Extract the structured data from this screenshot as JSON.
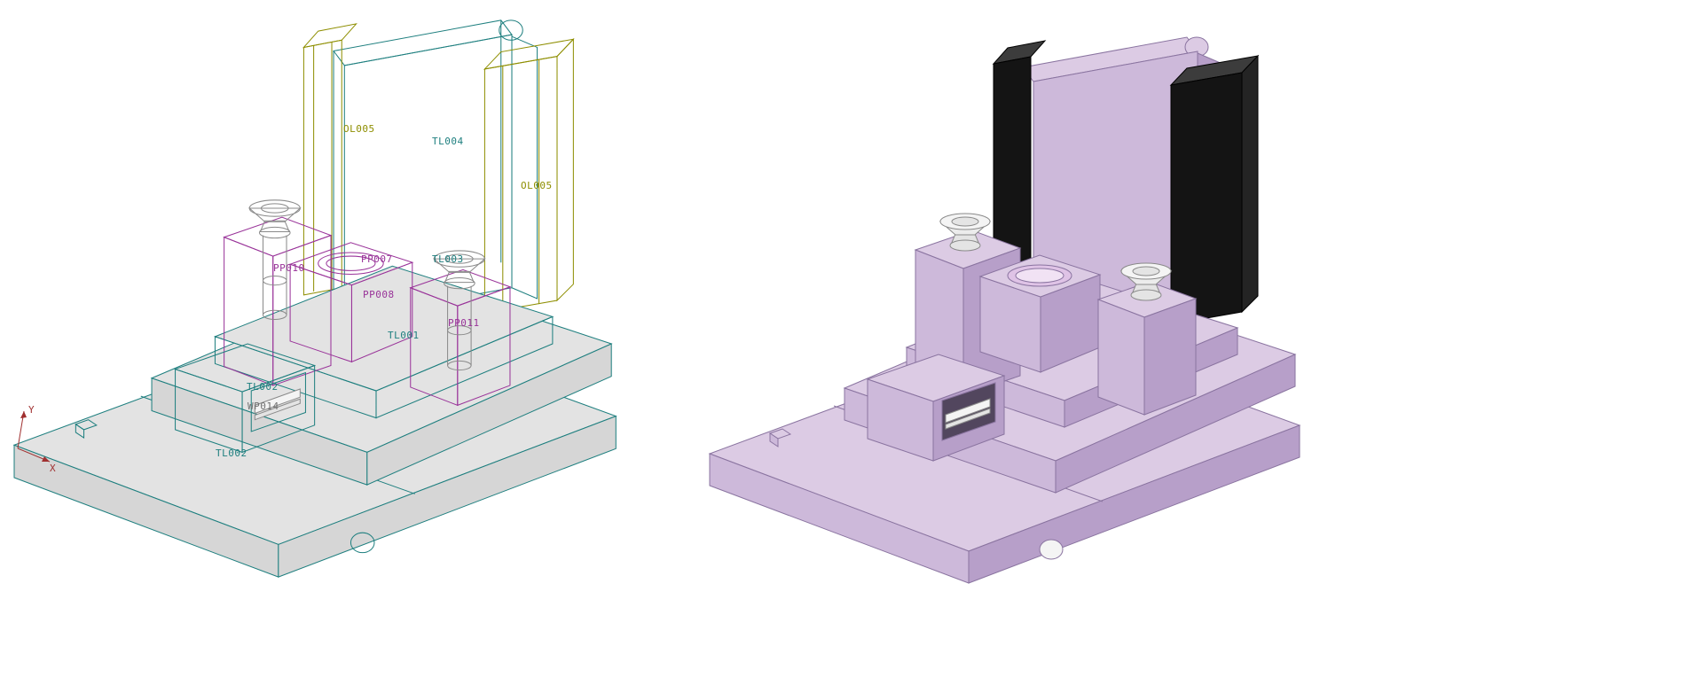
{
  "viewport": {
    "left_view_name": "wireframe-view",
    "right_view_name": "shaded-view"
  },
  "wireframe": {
    "labels": [
      {
        "id": "ol005-a",
        "text": "OL005",
        "role": "olive"
      },
      {
        "id": "tl004",
        "text": "TL004",
        "role": "teal"
      },
      {
        "id": "ol005-b",
        "text": "OL005",
        "role": "olive"
      },
      {
        "id": "pp007",
        "text": "PP007",
        "role": "magenta"
      },
      {
        "id": "tl003",
        "text": "TL003",
        "role": "teal"
      },
      {
        "id": "pp010",
        "text": "PP010",
        "role": "magenta"
      },
      {
        "id": "pp008",
        "text": "PP008",
        "role": "magenta"
      },
      {
        "id": "tl001",
        "text": "TL001",
        "role": "teal"
      },
      {
        "id": "pp011",
        "text": "PP011",
        "role": "magenta"
      },
      {
        "id": "tl002-a",
        "text": "TL002",
        "role": "teal"
      },
      {
        "id": "wp014",
        "text": "WP014",
        "role": "labelgray"
      },
      {
        "id": "tl002-b",
        "text": "TL002",
        "role": "teal"
      }
    ],
    "axis": {
      "x_label": "X",
      "y_label": "Y"
    }
  },
  "colors": {
    "teal": "#1e7f7f",
    "magenta": "#993399",
    "olive": "#8e8e00",
    "grayline": "#8a8a8a",
    "labelgray": "#6f6f6f",
    "axisred": "#a03030",
    "gtop": "#e3e3e3",
    "gside": "#d6d6d6",
    "s_top": "#dccbe4",
    "s_mid": "#cdb9da",
    "s_side": "#b79fc9",
    "s_dark": "#a68cba",
    "s_edge": "#8a74a0",
    "s_black": "#141414",
    "s_blacktop": "#3c3c3c",
    "s_blackside": "#242424",
    "white": "#f4f4f4",
    "whitedim": "#e4e4e4",
    "cupcone": "#ececec",
    "pink": "#dfc3e6",
    "pink2": "#f1e2f4",
    "slotdark": "#52465e"
  }
}
